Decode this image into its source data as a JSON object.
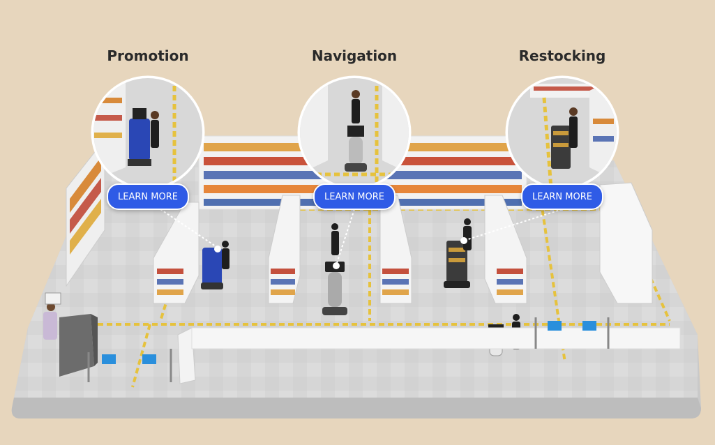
{
  "sections": [
    {
      "heading": "Promotion",
      "button_label": "LEARN MORE"
    },
    {
      "heading": "Navigation",
      "button_label": "LEARN MORE"
    },
    {
      "heading": "Restocking",
      "button_label": "LEARN MORE"
    }
  ],
  "colors": {
    "background": "#e7d6bd",
    "button": "#2f5be6",
    "floor": "#d9d9d9",
    "floor_lines": "#e6c23d",
    "sign": "#2a8fdc"
  },
  "icons": [
    "robot-icon",
    "person-icon",
    "shelf-icon",
    "gate-icon",
    "checkout-counter-icon"
  ]
}
